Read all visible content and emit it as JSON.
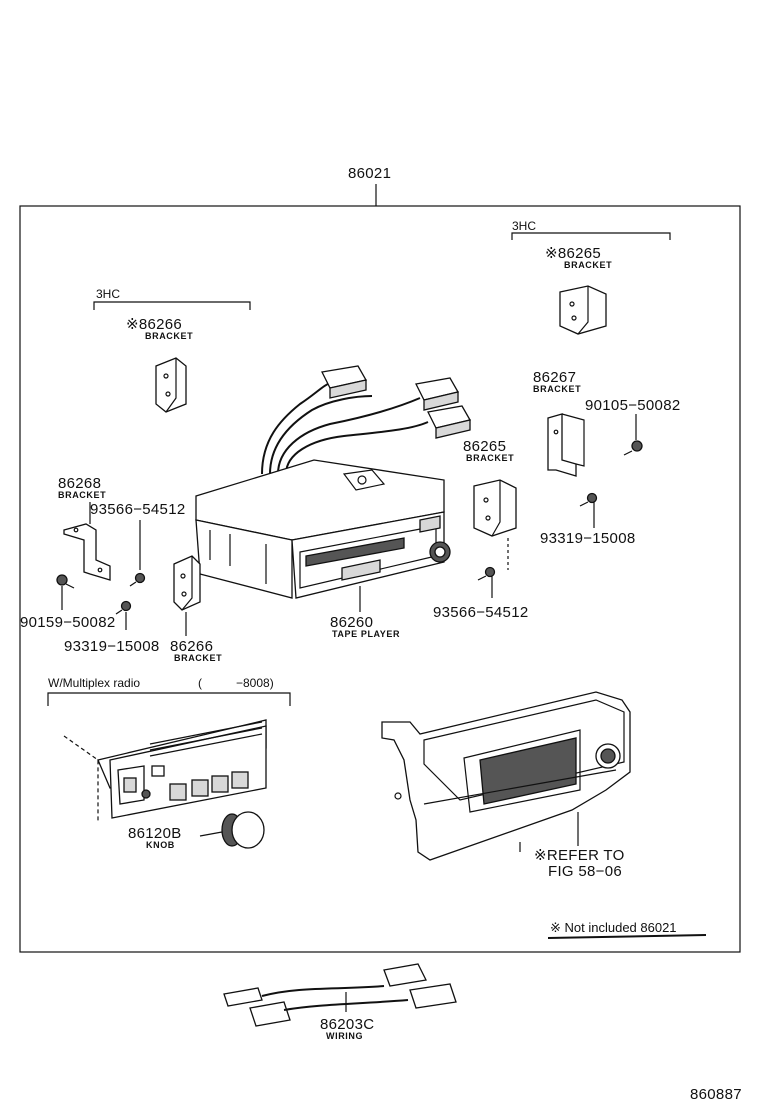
{
  "diagram_id": "860887",
  "assembly": {
    "part_no": "86021"
  },
  "groups": {
    "left_3hc": "3HC",
    "right_3hc": "3HC",
    "multiplex": "W/Multiplex radio",
    "multiplex_range_open": "(",
    "multiplex_range_close": "−8008)"
  },
  "parts": {
    "p86265_top": {
      "no": "※86265",
      "name": "BRACKET"
    },
    "p86266_top": {
      "no": "※86266",
      "name": "BRACKET"
    },
    "p86267": {
      "no": "86267",
      "name": "BRACKET"
    },
    "p90105": {
      "no": "90105−50082"
    },
    "p86265_mid": {
      "no": "86265",
      "name": "BRACKET"
    },
    "p93319_right": {
      "no": "93319−15008"
    },
    "p86268": {
      "no": "86268",
      "name": "BRACKET"
    },
    "p93566_left": {
      "no": "93566−54512"
    },
    "p90159": {
      "no": "90159−50082"
    },
    "p93319_left": {
      "no": "93319−15008"
    },
    "p86266_bottom": {
      "no": "86266",
      "name": "BRACKET"
    },
    "p86260": {
      "no": "86260",
      "name": "TAPE PLAYER"
    },
    "p93566_right": {
      "no": "93566−54512"
    },
    "p86120b": {
      "no": "86120B",
      "name": "KNOB"
    },
    "refer": {
      "line1": "※REFER TO",
      "line2": "FIG 58−06"
    },
    "p86203c": {
      "no": "86203C",
      "name": "WIRING"
    }
  },
  "footnote": "※ Not included 86021"
}
